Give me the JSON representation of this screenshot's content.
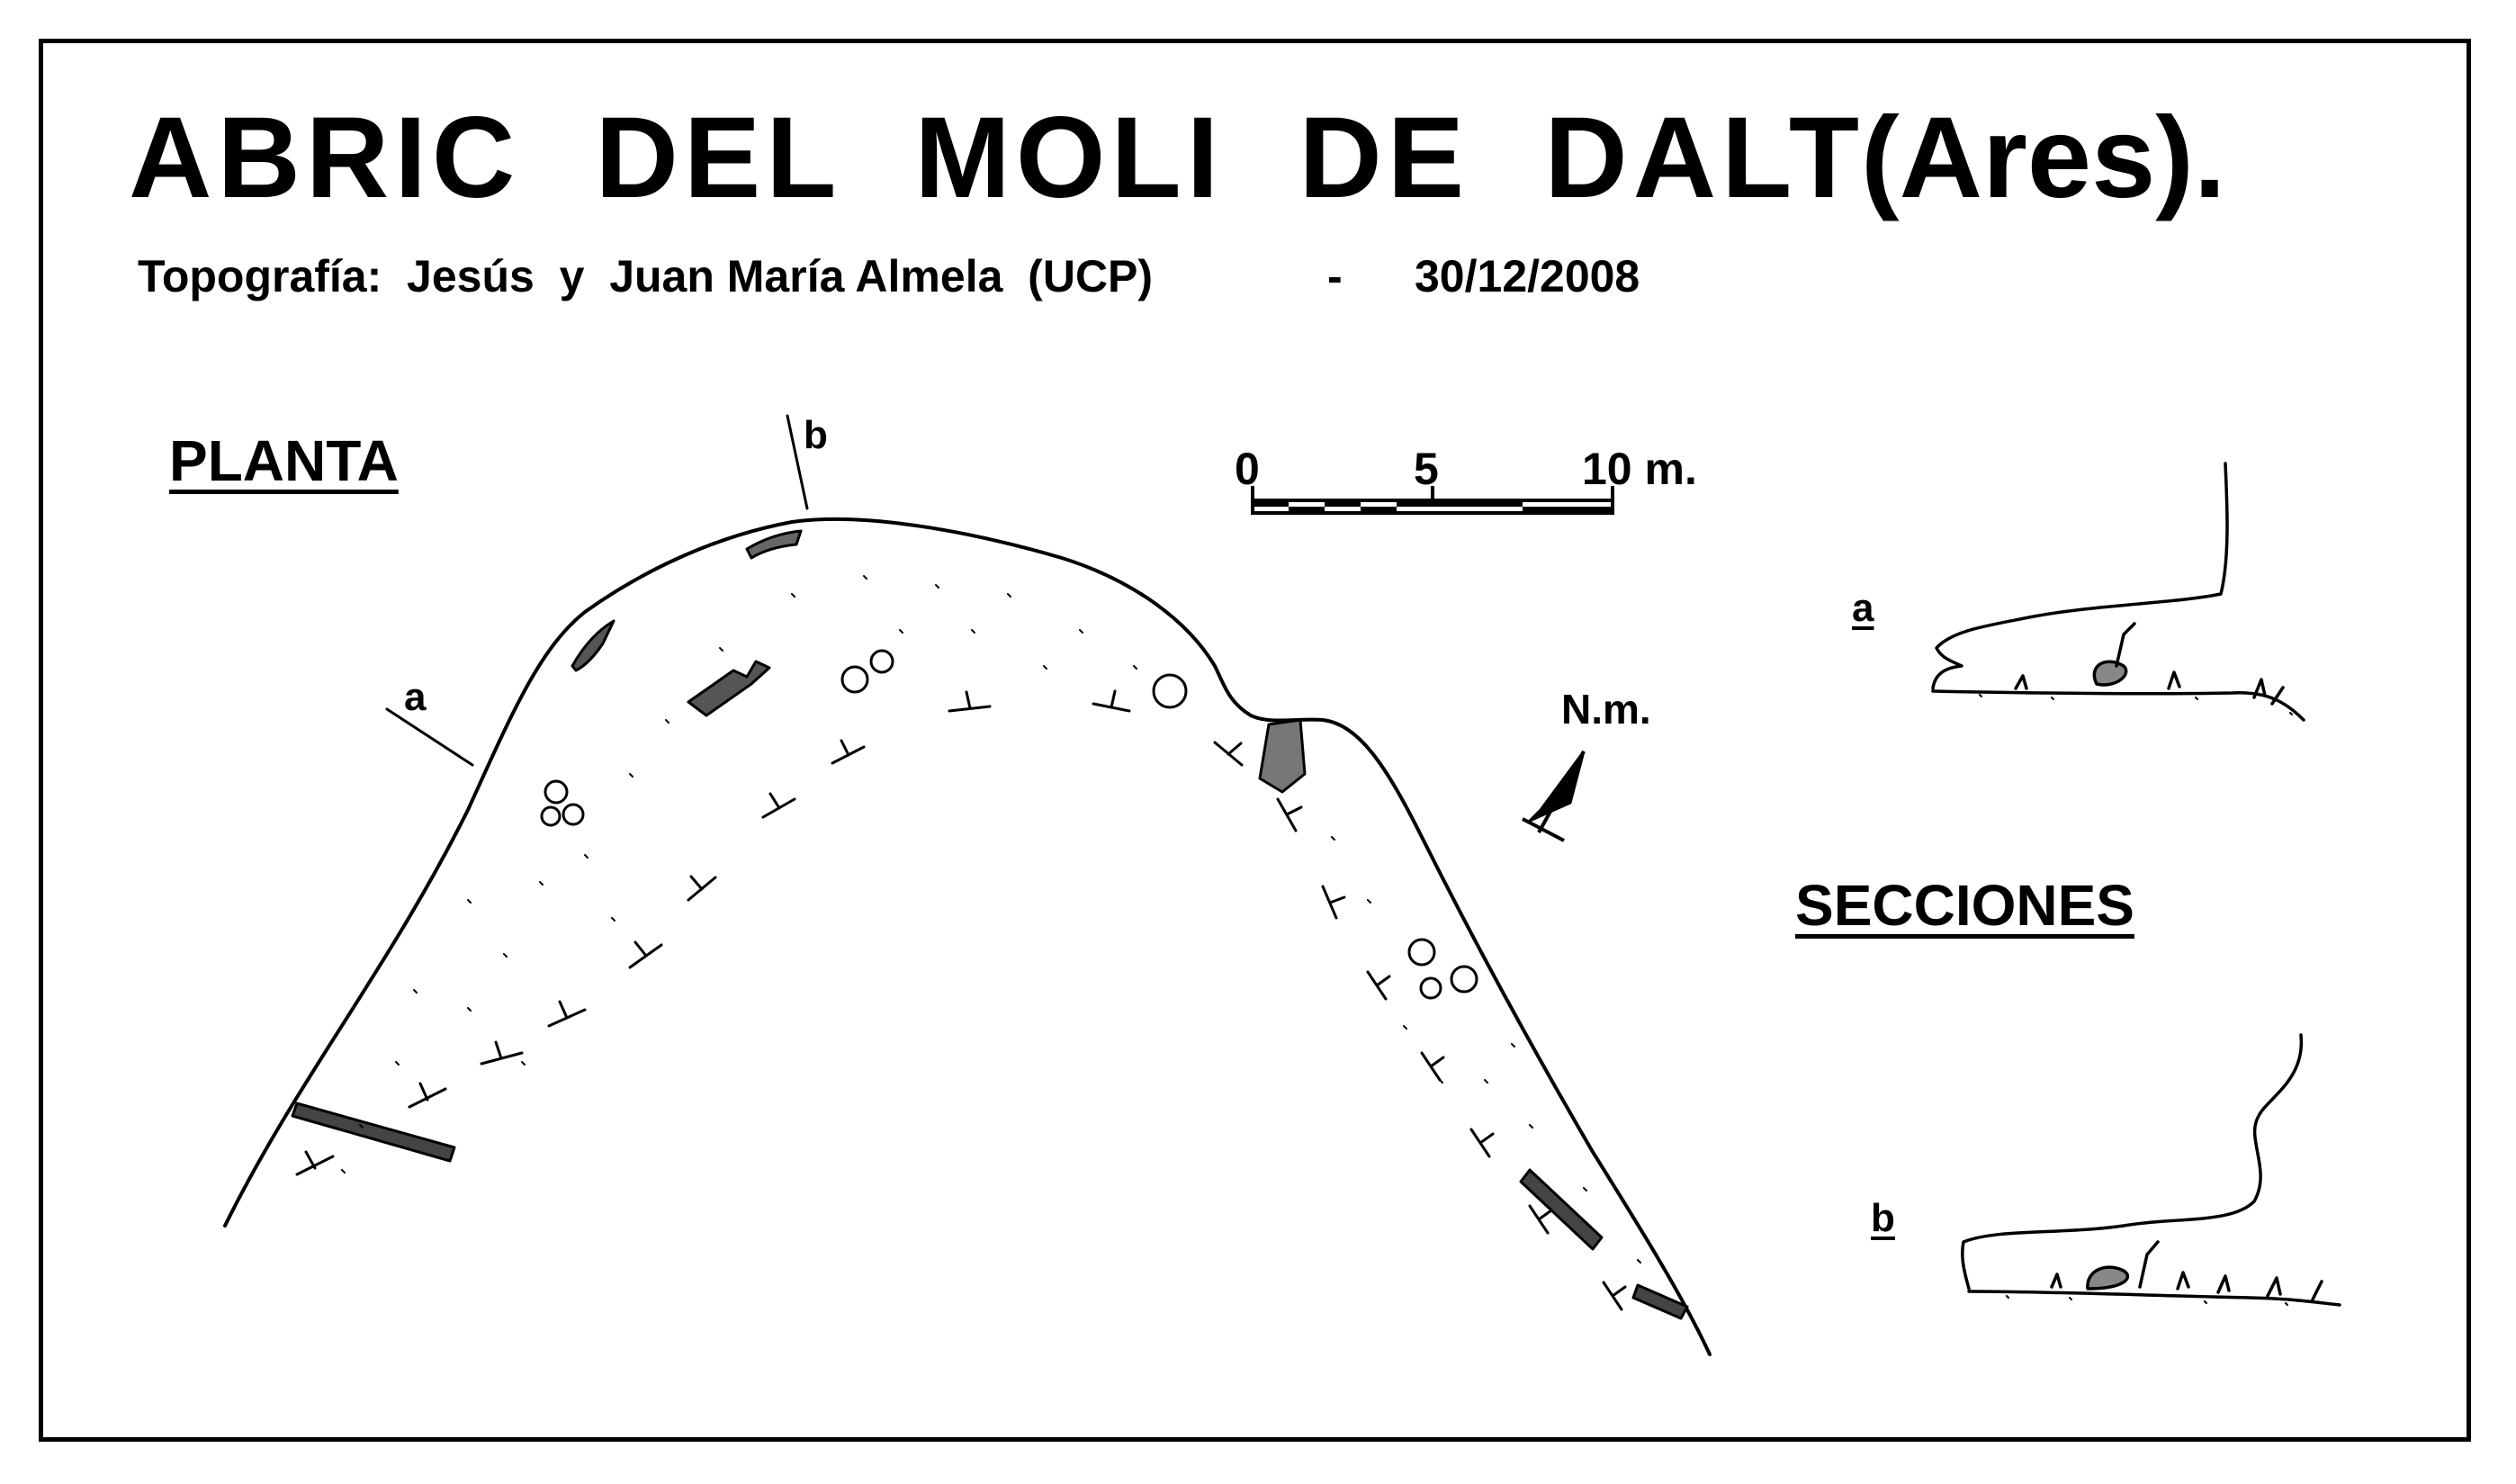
{
  "title": "ABRIC  DEL  MOLI  DE  DALT",
  "title_place": "(Ares).",
  "subtitle": "Topografía:  Jesús  y  Juan María Almela  (UCP)",
  "subtitle_dash": "-",
  "date": "30/12/2008",
  "plan_label": "PLANTA",
  "sections_label": "SECCIONES",
  "section_a_marker": "a",
  "section_b_marker": "b",
  "north_label": "N.m.",
  "scale": {
    "ticks": [
      "0",
      "5",
      "10 m."
    ]
  },
  "section_a_label": "a",
  "section_b_label": "b"
}
